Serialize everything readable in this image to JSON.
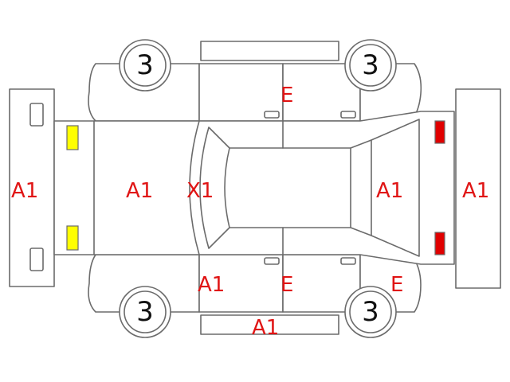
{
  "colors": {
    "outline": "#6b6b6b",
    "code_text": "#e01414",
    "front_light": "#ffff00",
    "rear_light": "#e00000"
  },
  "wheels": {
    "front_top": "3",
    "rear_top": "3",
    "front_bottom": "3",
    "rear_bottom": "3"
  },
  "codes": {
    "front_bumper": "A1",
    "hood": "A1",
    "windshield": "X1",
    "upper_doors": "E",
    "trunk": "A1",
    "rear_bumper": "A1",
    "lower_front_door": "A1",
    "lower_rear_door": "E",
    "lower_rear_fender": "E",
    "lower_side_sill": "A1"
  }
}
